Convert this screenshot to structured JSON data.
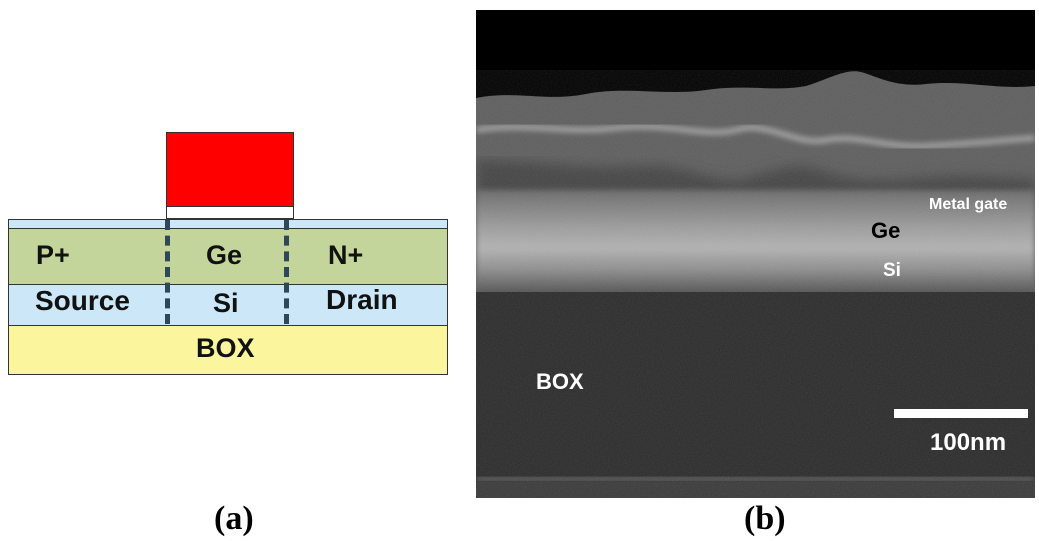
{
  "panel_a": {
    "caption": "(a)",
    "labels": {
      "p_plus": "P+",
      "ge": "Ge",
      "n_plus": "N+",
      "source": "Source",
      "si": "Si",
      "drain": "Drain",
      "box": "BOX"
    },
    "colors": {
      "gate": "#ff0000",
      "ge_layer": "#c4d59b",
      "si_layer": "#cce7f8",
      "box_layer": "#fbf59d",
      "dashed_line": "#2f4858"
    }
  },
  "panel_b": {
    "caption": "(b)",
    "labels": {
      "metal_gate": "Metal gate",
      "ge": "Ge",
      "si": "Si",
      "box": "BOX",
      "scale": "100nm"
    }
  }
}
